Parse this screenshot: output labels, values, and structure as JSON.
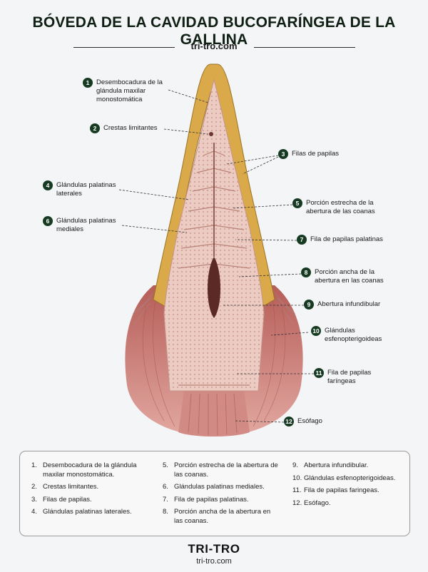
{
  "header": {
    "title": "BÓVEDA DE LA CAVIDAD BUCOFARÍNGEA DE LA GALLINA",
    "site": "tri-tro.com"
  },
  "callouts": [
    {
      "n": "1",
      "text": "Desembocadura de la\nglándula maxilar\nmonostomática"
    },
    {
      "n": "2",
      "text": "Crestas limitantes"
    },
    {
      "n": "3",
      "text": "Filas de papilas"
    },
    {
      "n": "4",
      "text": "Glándulas palatinas\nlaterales"
    },
    {
      "n": "5",
      "text": "Porción estrecha de la\nabertura de las coanas"
    },
    {
      "n": "6",
      "text": "Glándulas palatinas\nmediales"
    },
    {
      "n": "7",
      "text": "Fila de papilas palatinas"
    },
    {
      "n": "8",
      "text": "Porción ancha de la\nabertura en las coanas"
    },
    {
      "n": "9",
      "text": "Abertura infundibular"
    },
    {
      "n": "10",
      "text": "Glándulas\nesfenopterigoideas"
    },
    {
      "n": "11",
      "text": "Fila de papilas\nfaríngeas"
    },
    {
      "n": "12",
      "text": "Esófago"
    }
  ],
  "legend": {
    "col1": [
      {
        "n": "1.",
        "t": "Desembocadura de la glándula maxilar monostomática."
      },
      {
        "n": "2.",
        "t": "Crestas limitantes."
      },
      {
        "n": "3.",
        "t": "Filas de papilas."
      },
      {
        "n": "4.",
        "t": "Glándulas palatinas laterales."
      }
    ],
    "col2": [
      {
        "n": "5.",
        "t": "Porción estrecha de la abertura de las coanas."
      },
      {
        "n": "6.",
        "t": "Glándulas palatinas mediales."
      },
      {
        "n": "7.",
        "t": "Fila de papilas palatinas."
      },
      {
        "n": "8.",
        "t": "Porción ancha de la abertura en las coanas."
      }
    ],
    "col3": [
      {
        "n": "9.",
        "t": "Abertura infundibular."
      },
      {
        "n": "10.",
        "t": "Glándulas esfenopterigoideas."
      },
      {
        "n": "11.",
        "t": "Fila de papilas faringeas."
      },
      {
        "n": "12.",
        "t": "Esófago."
      }
    ]
  },
  "footer": {
    "brand": "TRI-TRO",
    "url": "tri-tro.com"
  },
  "colors": {
    "beak": "#d9a94a",
    "mucosa": "#e9c3b8",
    "muscle": "#c8746c",
    "badge": "#173a22"
  }
}
